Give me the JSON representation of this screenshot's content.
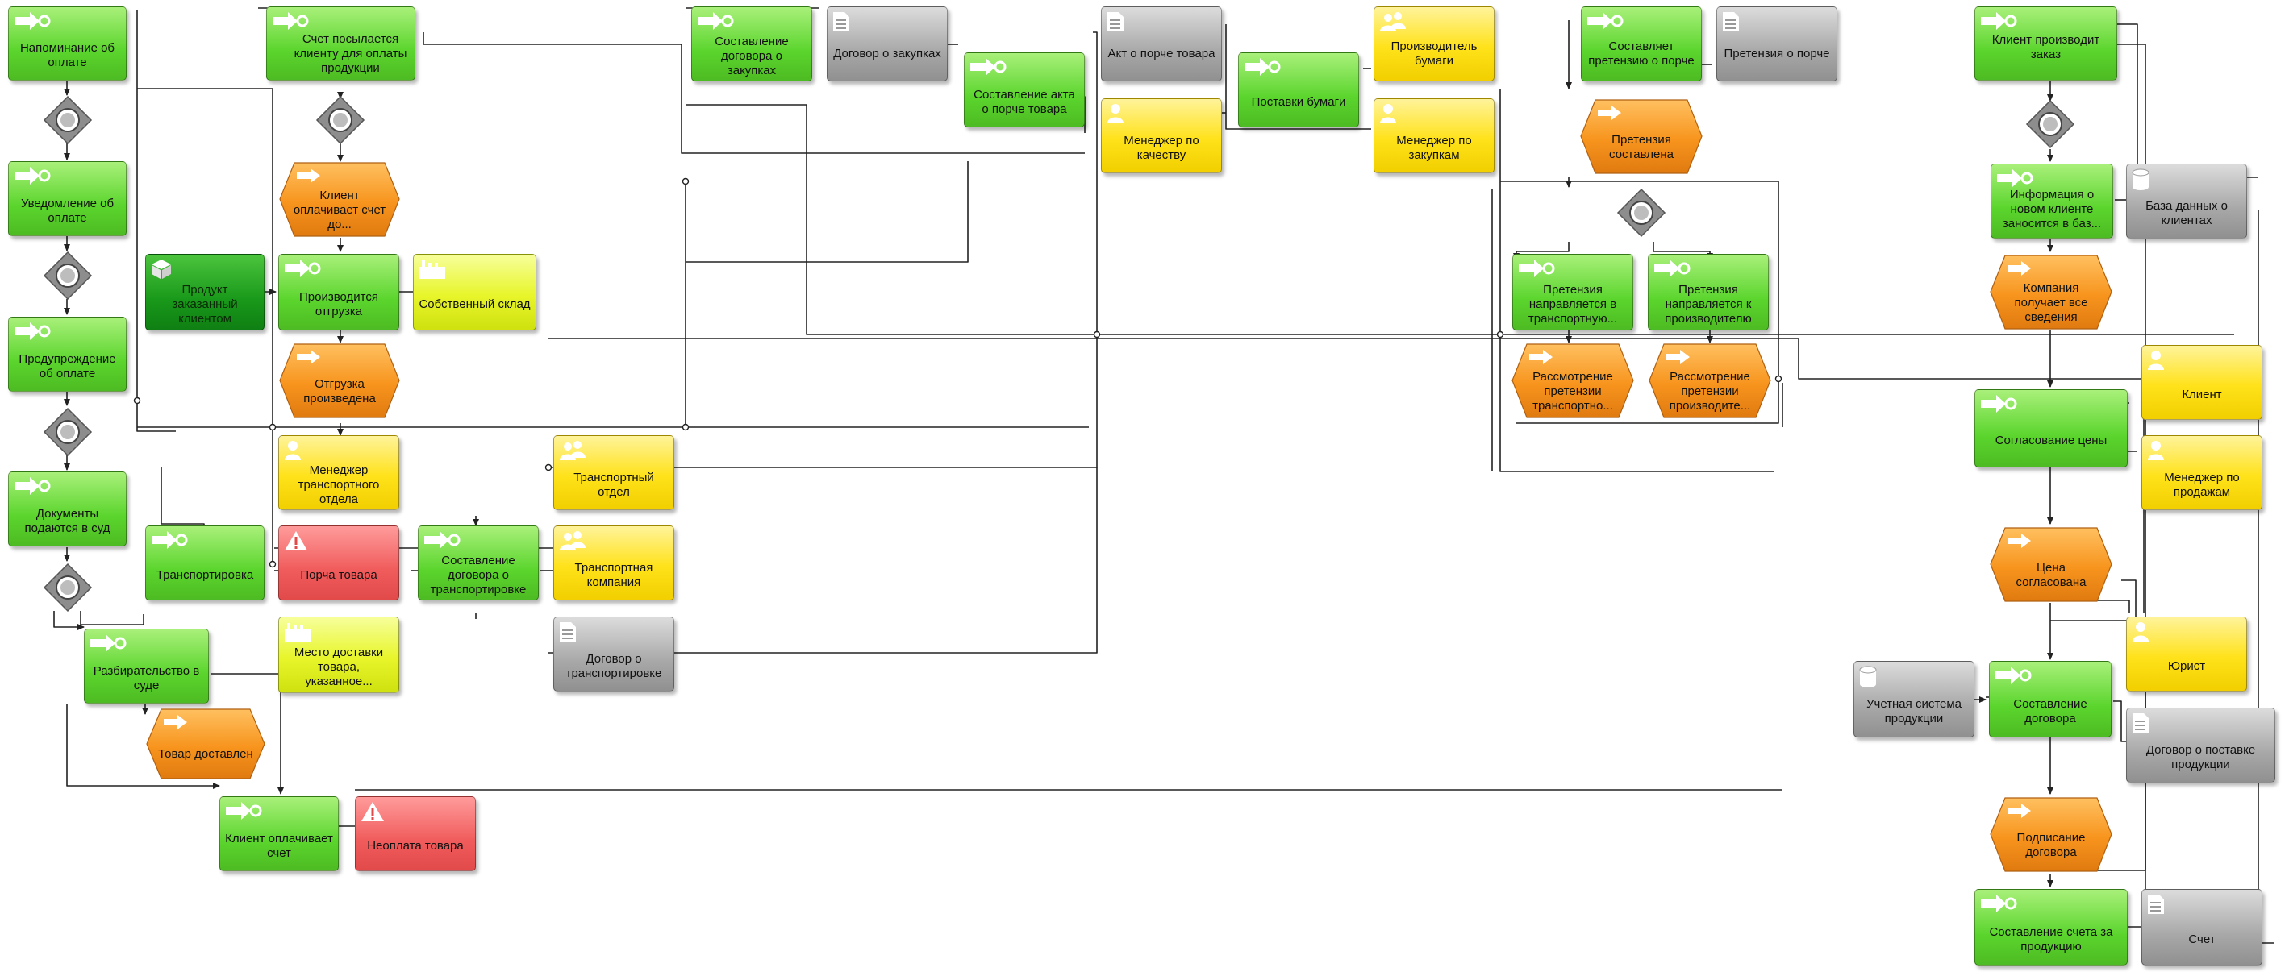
{
  "colors": {
    "function": "#5bd52d",
    "function_dark": "#19991a",
    "event": "#f7941d",
    "role": "#ffe21a",
    "resource": "#e7f52a",
    "document": "#a8a8a8",
    "risk": "#f05b5b",
    "connector": "#9e9e9e",
    "line": "#222222"
  },
  "nodes": {
    "n_remind": "Напоминание об оплате",
    "n_notify": "Уведомление об оплате",
    "n_warn": "Предупреждение об оплате",
    "n_court": "Документы подаются в суд",
    "n_trial": "Разбирательство в суде",
    "n_delivered": "Товар доставлен",
    "n_paid": "Клиент оплачивает счет",
    "n_nonpay": "Неоплата товара",
    "n_transport": "Транспортировка",
    "n_product": "Продукт заказанный клиентом",
    "n_invoice_sent": "Счет посылается клиенту для оплаты продукции",
    "n_client_pays": "Клиент оплачивает счет до...",
    "n_ship": "Производится отгрузка",
    "n_warehouse": "Собственный склад",
    "n_shipped": "Отгрузка произведена",
    "n_tmanager": "Менеджер транспортного отдела",
    "n_damage": "Порча товара",
    "n_place": "Место доставки товара, указанное...",
    "n_tcontract": "Составление договора о транспортировке",
    "n_tdept": "Транспортный отдел",
    "n_tcompany": "Транспортная компания",
    "n_tcontract_doc": "Договор о транспортировке",
    "n_purchase": "Составление договора о закупках",
    "n_purchase_doc": "Договор о закупках",
    "n_act": "Составление акта о порче товара",
    "n_act_doc": "Акт о порче товара",
    "n_qmanager": "Менеджер по качеству",
    "n_paper": "Поставки бумаги",
    "n_papermaker": "Производитель бумаги",
    "n_pmanager": "Менеджер по закупкам",
    "n_claim": "Составляет претензию о порче",
    "n_claim_doc": "Претензия о порче",
    "n_claim_done": "Претензия составлена",
    "n_claim_tc": "Претензия направляется в транспортную...",
    "n_claim_prod": "Претензия направляется к производителю",
    "n_review_tc": "Рассмотрение претензии транспортно...",
    "n_review_prod": "Рассмотрение претензии производите...",
    "n_order": "Клиент производит заказ",
    "n_client_info": "Информация о новом клиенте заносится в баз...",
    "n_client_db": "База данных о клиентах",
    "n_company_gets": "Компания получает все сведения",
    "n_client": "Клиент",
    "n_price": "Согласование цены",
    "n_smanager": "Менеджер по продажам",
    "n_price_ok": "Цена согласована",
    "n_lawyer": "Юрист",
    "n_accounting": "Учетная система продукции",
    "n_contract": "Составление договора",
    "n_contract_doc": "Договор о поставке продукции",
    "n_signing": "Подписание договора",
    "n_bill": "Составление счета за продукцию",
    "n_bill_doc": "Счет"
  }
}
